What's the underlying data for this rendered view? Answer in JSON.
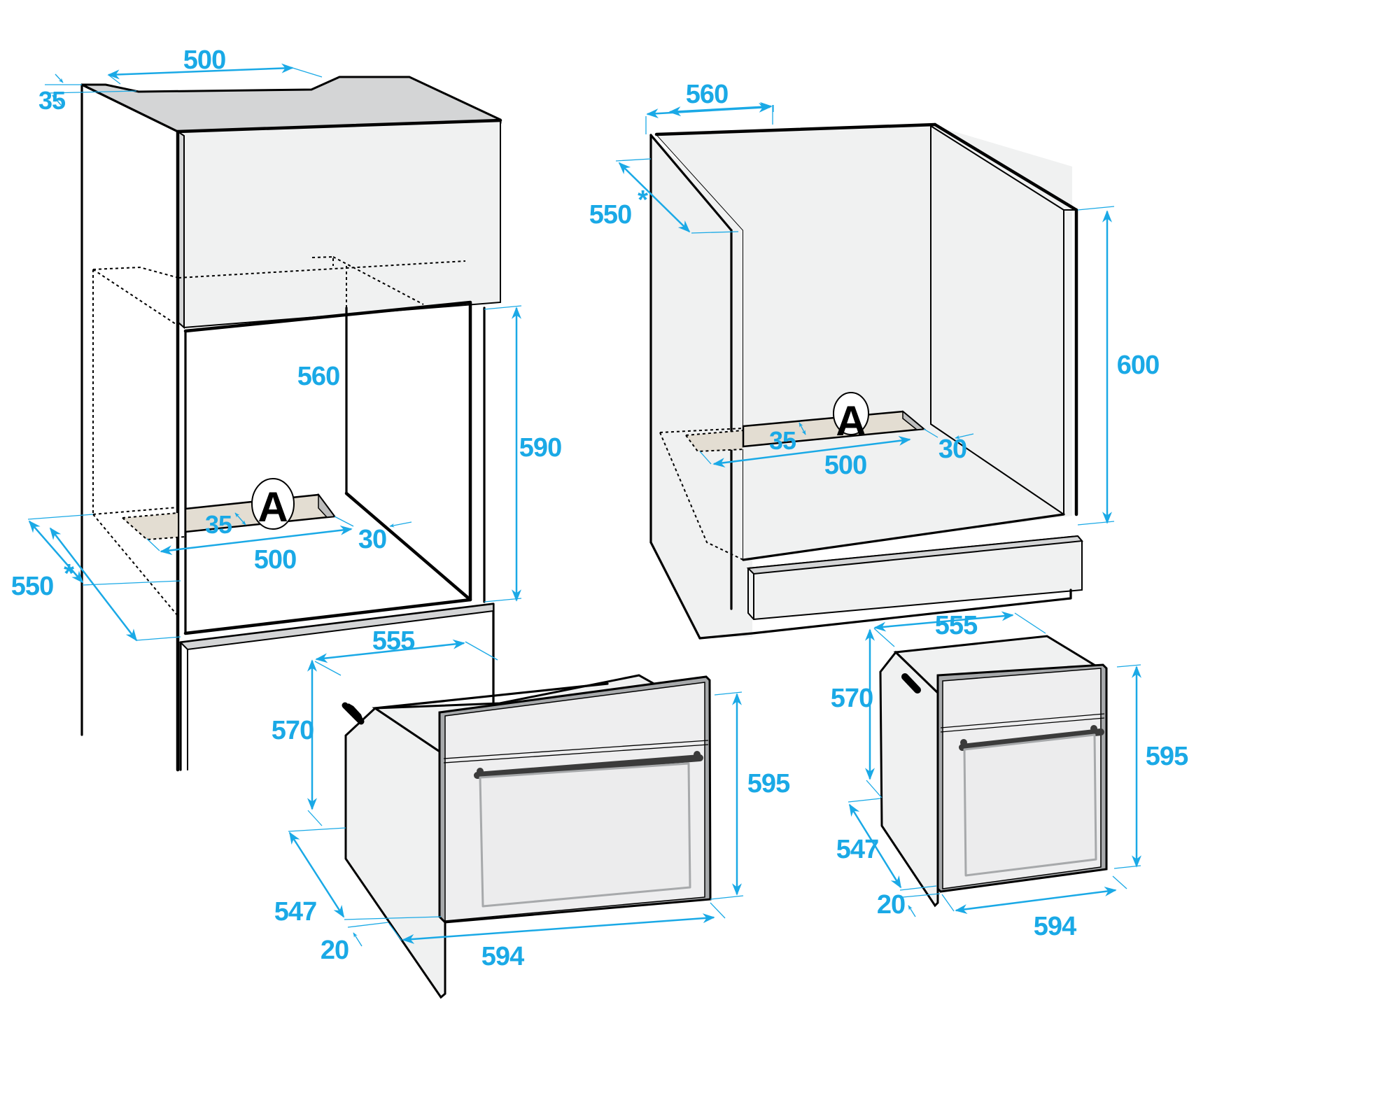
{
  "diagram": {
    "type": "built-in oven installation dimensions (mm)",
    "colors": {
      "dimension": "#1aa9e6",
      "outline": "#000000",
      "panel_fill": "#f0f1f1",
      "top_fill": "#d4d5d6",
      "vent_fill": "#e3ddd2",
      "door_frame": "#a7a9ab",
      "handle": "#3b3b3b"
    },
    "tall_cabinet": {
      "top_width": "500",
      "top_depth": "35",
      "niche_width": "560",
      "niche_height": "590",
      "depth": "550",
      "depth_asterisk": "*",
      "vent_depth": "35",
      "vent_width": "500",
      "vent_offset": "30",
      "vent_marker": "A"
    },
    "base_cabinet": {
      "niche_width": "560",
      "depth": "550",
      "depth_asterisk": "*",
      "niche_height": "600",
      "vent_depth": "35",
      "vent_width": "500",
      "vent_offset": "30",
      "vent_marker": "A"
    },
    "oven_left": {
      "body_width": "555",
      "body_height": "570",
      "front_height": "595",
      "body_depth": "547",
      "front_thickness": "20",
      "front_width": "594"
    },
    "oven_right": {
      "body_width": "555",
      "body_height": "570",
      "front_height": "595",
      "body_depth": "547",
      "front_thickness": "20",
      "front_width": "594"
    }
  }
}
